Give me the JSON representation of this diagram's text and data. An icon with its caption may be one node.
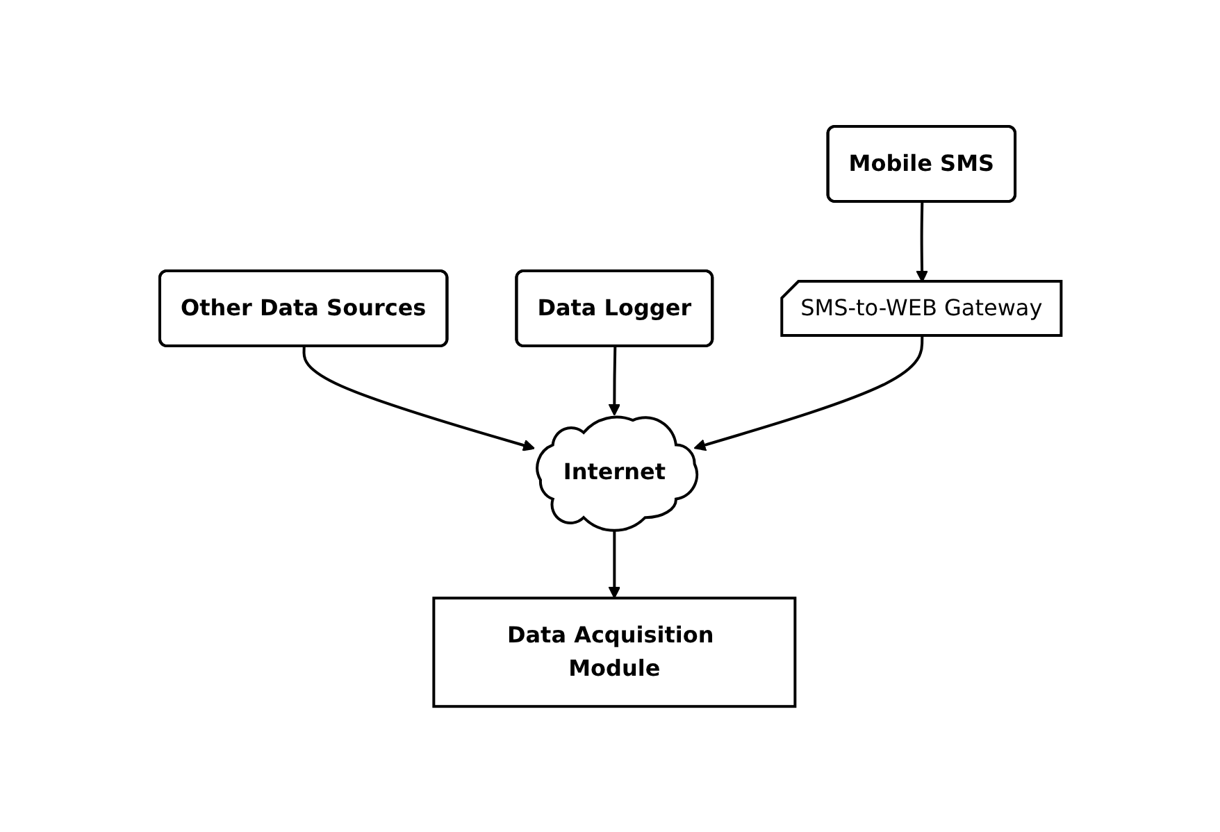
{
  "diagram": {
    "nodes": [
      {
        "text": [
          "Other Data Sources"
        ]
      },
      {
        "text": [
          "Data Logger"
        ]
      },
      {
        "text": [
          "SMS-to-WEB Gateway"
        ]
      },
      {
        "text": [
          "Internet"
        ]
      },
      {
        "text": [
          "Mobile SMS"
        ]
      },
      {
        "text": [
          "Data Acquisition Module"
        ]
      }
    ],
    "edges": [
      {
        "from": 0,
        "to": 3,
        "arrow": "to"
      },
      {
        "from": 1,
        "to": 3,
        "arrow": "to"
      },
      {
        "from": 2,
        "to": 3,
        "arrow": "to"
      },
      {
        "from": 4,
        "to": 2,
        "arrow": "to"
      },
      {
        "from": 3,
        "to": 5,
        "arrow": "to"
      }
    ]
  }
}
